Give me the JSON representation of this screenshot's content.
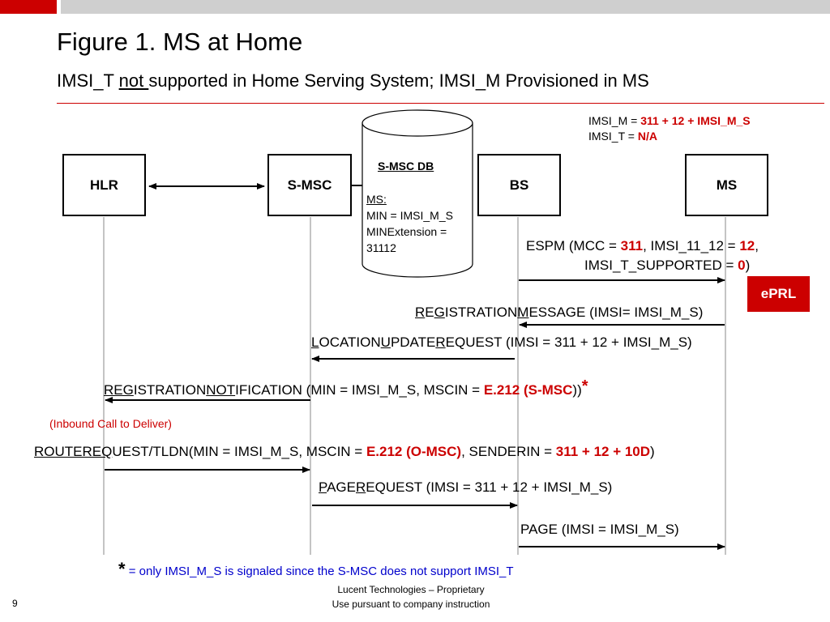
{
  "header": {
    "title": "Figure 1.  MS at Home",
    "subtitle_a": "IMSI_T ",
    "subtitle_not": "not ",
    "subtitle_b": "supported in Home Serving System; IMSI_M Provisioned in MS"
  },
  "entities": {
    "hlr": "HLR",
    "smsc": "S-MSC",
    "bs": "BS",
    "ms": "MS"
  },
  "db": {
    "title": "S-MSC DB",
    "ms_label": "MS:",
    "line1": "MIN = IMSI_M_S",
    "line2": "MINExtension =",
    "line3": "31112"
  },
  "ms_info": {
    "imsi_m_prefix": "IMSI_M = ",
    "imsi_m_value": "311 + 12 + IMSI_M_S",
    "imsi_t_prefix": "IMSI_T = ",
    "imsi_t_value": "N/A"
  },
  "messages": {
    "espm_a": "ESPM (MCC = ",
    "espm_mcc": "311",
    "espm_b": ", IMSI_11_12 = ",
    "espm_1112": "12",
    "espm_c": ",",
    "espm_d": "IMSI_T_SUPPORTED = ",
    "espm_supported": "0",
    "espm_e": ")",
    "eprl": "ePRL",
    "reg_msg": [
      "R",
      "E",
      "G",
      "ISTRATION",
      "M",
      "ESSAGE (IMSI= IMSI_M_S)"
    ],
    "loc_upd": [
      "L",
      "OCATION",
      "U",
      "PDATE",
      "R",
      "EQUEST (IMSI = 311 + 12 + IMSI_M_S)"
    ],
    "reg_not_a": "REG",
    "reg_not_b": "ISTRATION",
    "reg_not_c": "NOT",
    "reg_not_d": "IFICATION (MIN = IMSI_M_S, MSCIN = ",
    "reg_not_mscin": "E.212 (S-MSC",
    "reg_not_e": "))",
    "reg_not_star": "*",
    "inbound": "(Inbound Call to Deliver)",
    "route_a": "ROUTE",
    "route_b": "REQ",
    "route_c": "UEST/TLDN(MIN = IMSI_M_S, MSCIN = ",
    "route_mscin": "E.212 (O-MSC)",
    "route_d": ", SENDERIN = ",
    "route_sender": "311 + 12 + 10D",
    "route_e": ")",
    "page_req": [
      "P",
      "AGE",
      "R",
      "EQUEST (IMSI = 311 + 12 + IMSI_M_S)"
    ],
    "page": "PAGE (IMSI = IMSI_M_S)"
  },
  "footnote": {
    "star": "*",
    "text": " = only IMSI_M_S is signaled since the S-MSC does not support IMSI_T"
  },
  "footer": {
    "line1": "Lucent Technologies – Proprietary",
    "line2": "Use pursuant to company instruction",
    "page_number": "9"
  },
  "colors": {
    "accent": "#cc0000",
    "bar": "#cfcfcf"
  }
}
